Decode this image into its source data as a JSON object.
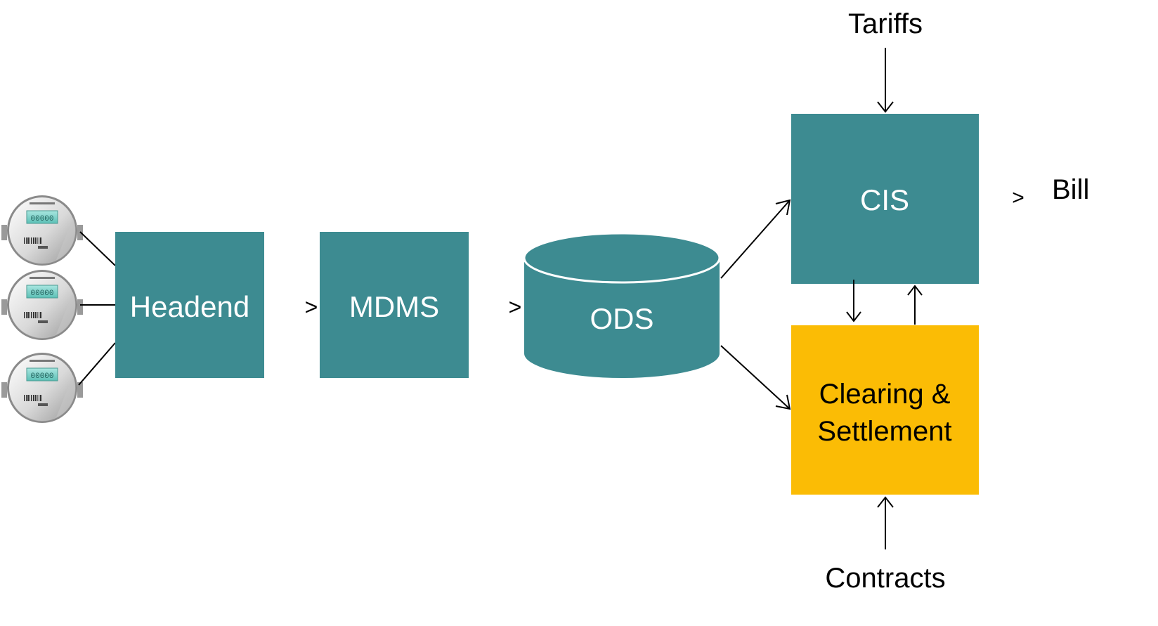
{
  "diagram": {
    "nodes": {
      "headend": {
        "label": "Headend"
      },
      "mdms": {
        "label": "MDMS"
      },
      "ods": {
        "label": "ODS"
      },
      "cis": {
        "label": "CIS"
      },
      "clearing": {
        "label_line1": "Clearing &",
        "label_line2": "Settlement"
      }
    },
    "inputs": {
      "tariffs": "Tariffs",
      "contracts": "Contracts"
    },
    "output": {
      "bill": "Bill",
      "bill_arrow": ">"
    },
    "arrows": {
      "headend_to_mdms": ">",
      "mdms_to_ods": ">"
    },
    "meters": {
      "count": 3,
      "display_reading": "00000"
    },
    "colors": {
      "teal": "#3d8b91",
      "amber": "#fbbc05",
      "text_light": "#ffffff",
      "text_dark": "#000000"
    }
  }
}
